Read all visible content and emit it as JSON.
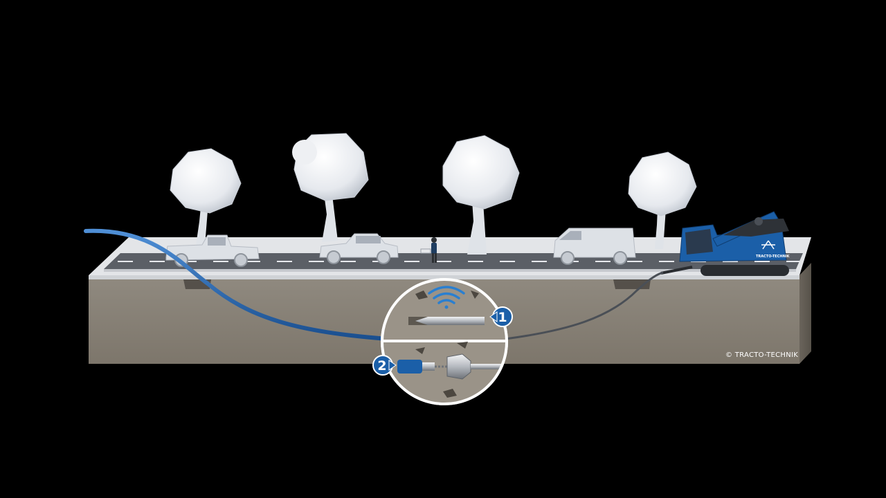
{
  "scene": {
    "background_color": "#000000",
    "brand_color": "#1b5fa8",
    "soil_color": "#8a8378",
    "street_color": "#e2e4e7"
  },
  "callouts": {
    "step1_number": "1",
    "step2_number": "2"
  },
  "machine": {
    "brand_label": "TRACTO-TECHNIK"
  },
  "footer": {
    "copyright": "© TRACTO-TECHNIK"
  },
  "icons": {
    "signal": "wifi-signal-icon",
    "step_arrow": "triangle-arrow-icon"
  }
}
